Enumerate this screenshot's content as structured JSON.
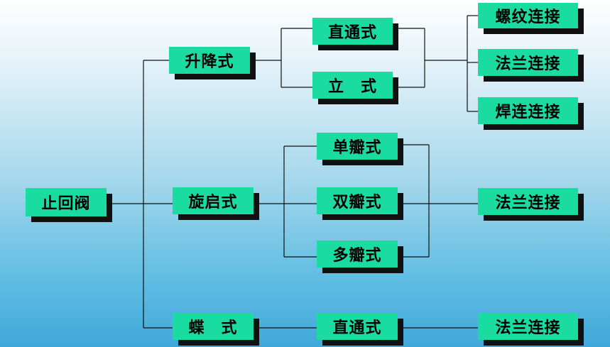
{
  "nodes": {
    "root": "止回阀",
    "lift": "升降式",
    "lift_straight": "直通式",
    "lift_vertical": "立　式",
    "thread_conn": "螺纹连接",
    "flange_conn_1": "法兰连接",
    "weld_conn": "焊连连接",
    "swing": "旋启式",
    "single_flap": "单瓣式",
    "double_flap": "双瓣式",
    "multi_flap": "多瓣式",
    "flange_conn_2": "法兰连接",
    "butterfly": "蝶　式",
    "butterfly_straight": "直通式",
    "flange_conn_3": "法兰连接"
  }
}
